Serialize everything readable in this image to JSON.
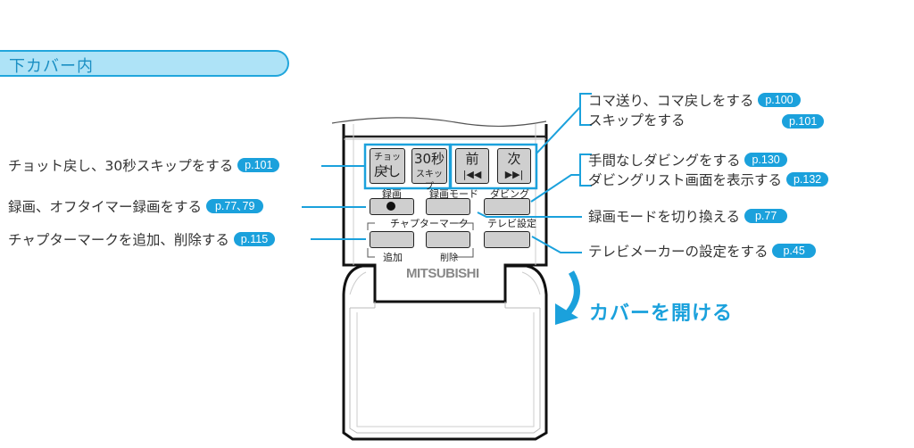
{
  "section": {
    "title": "下カバー内"
  },
  "left_labels": [
    {
      "text": "チョット戻し、30秒スキップをする",
      "page": "p.101"
    },
    {
      "text": "録画、オフタイマー録画をする",
      "page": "p.77､79"
    },
    {
      "text": "チャプターマークを追加、削除する",
      "page": "p.115"
    }
  ],
  "right_labels": {
    "group1": [
      {
        "text": "コマ送り、コマ戻しをする",
        "page": "p.100"
      },
      {
        "text": "スキップをする",
        "page": "p.101"
      }
    ],
    "group2": [
      {
        "text": "手間なしダビングをする",
        "page": "p.130"
      },
      {
        "text": "ダビングリスト画面を表示する",
        "page": "p.132"
      }
    ],
    "rec_mode": {
      "text": "録画モードを切り換える",
      "page": "p.77"
    },
    "tv_maker": {
      "text": "テレビメーカーの設定をする",
      "page": "p.45"
    }
  },
  "remote": {
    "buttons": {
      "chotto_top": "チョット",
      "chotto_bottom": "戻し",
      "skip_top": "30秒",
      "skip_bottom": "スキップ",
      "prev_label": "前",
      "prev_symbol": "|◀◀",
      "next_label": "次",
      "next_symbol": "▶▶|"
    },
    "labels": {
      "record": "録画",
      "record_mode": "録画モード",
      "dubbing": "ダビング",
      "chapter_mark": "チャプターマーク",
      "tv_setting": "テレビ設定",
      "add": "追加",
      "delete": "削除"
    },
    "brand": "MITSUBISHI"
  },
  "open_cover": {
    "text": "カバーを開ける"
  },
  "colors": {
    "accent": "#1ba1dc",
    "tab_fill": "#aee3f7",
    "button": "#cfcfcf"
  }
}
